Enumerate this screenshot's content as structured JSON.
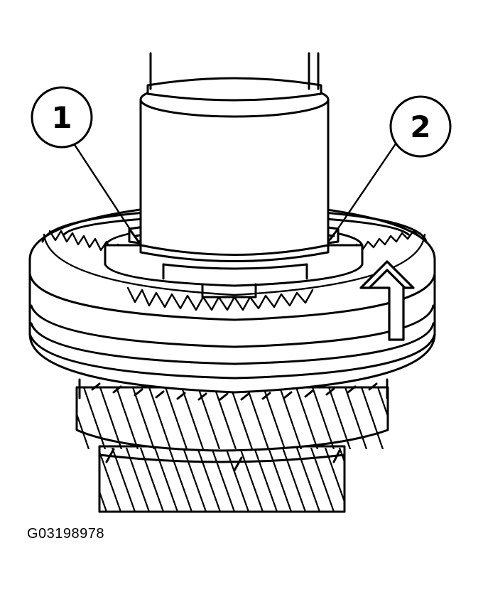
{
  "callouts": [
    {
      "label": "1"
    },
    {
      "label": "2"
    }
  ],
  "figure_id": "G03198978",
  "colors": {
    "line": "#000000",
    "background": "#ffffff"
  },
  "icons": [
    "direction-arrow-icon"
  ]
}
